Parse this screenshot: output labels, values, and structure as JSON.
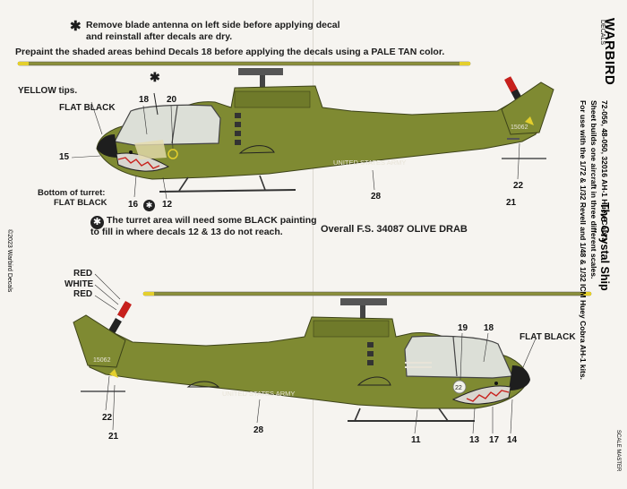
{
  "notes": {
    "star_note_line1": "Remove blade antenna on left side before applying decal",
    "star_note_line2": "and reinstall after decals are dry.",
    "prepaint_note": "Prepaint the shaded areas behind Decals 18 before applying the decals using a PALE TAN color.",
    "turret_note_line1": "The turret area will need some BLACK painting",
    "turret_note_line2": "to fill in where decals 12 & 13 do not reach.",
    "overall_color": "Overall F.S. 34087 OLIVE DRAB"
  },
  "callouts": {
    "yellow_tips": "YELLOW tips.",
    "flat_black_top": "FLAT BLACK",
    "bottom_turret_line1": "Bottom of turret:",
    "bottom_turret_line2": "FLAT BLACK",
    "flat_black_bottom": "FLAT BLACK",
    "red1": "RED",
    "white": "WHITE",
    "red2": "RED"
  },
  "top_numbers": [
    "18",
    "20",
    "15",
    "16",
    "12",
    "28",
    "22",
    "21"
  ],
  "bottom_numbers": [
    "19",
    "18",
    "22",
    "21",
    "28",
    "11",
    "13",
    "17",
    "14"
  ],
  "aircraft_markings": {
    "army_text": "UNITED STATES ARMY",
    "tail_number_top": "15062",
    "tail_number_bottom": "15062",
    "nose_emblem": "22"
  },
  "side_panel": {
    "brand": "WARBIRD",
    "brand_sub": "DECALS",
    "line1": "72-056, 48-050, 32016 AH-1 Huey Cobra",
    "line2": "Sheet builds one aircraft in three different scales.",
    "line3": "For use with the 1/72 & 1/32 Revell and 1/48 & 1/32 ICM Huey Cobra AH-1 kits.",
    "title": "The Crystal Ship",
    "copyright": "©2023 Warbird Decals",
    "scale_master": "SCALE MASTER"
  },
  "colors": {
    "olive_drab": "#7f8a32",
    "flat_black": "#1e1e1e",
    "canopy": "#d8dcd6",
    "red": "#c8201c",
    "yellow": "#e4cf2c"
  }
}
